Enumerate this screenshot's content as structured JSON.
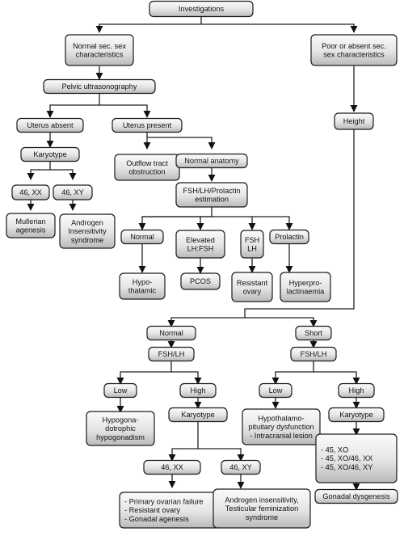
{
  "nodes": [
    {
      "id": "investigations",
      "lines": [
        "Investigations"
      ]
    },
    {
      "id": "normal-sec-sex",
      "lines": [
        "Normal sec. sex",
        "characteristics"
      ]
    },
    {
      "id": "poor-sec-sex",
      "lines": [
        "Poor or absent sec.",
        "sex characteristics"
      ]
    },
    {
      "id": "pelvic-usg",
      "lines": [
        "Pelvic  ultrasonography"
      ]
    },
    {
      "id": "uterus-absent",
      "lines": [
        "Uterus absent"
      ]
    },
    {
      "id": "uterus-present",
      "lines": [
        "Uterus present"
      ]
    },
    {
      "id": "height",
      "lines": [
        "Height"
      ]
    },
    {
      "id": "karyotype-1",
      "lines": [
        "Karyotype"
      ]
    },
    {
      "id": "outflow-obstruction",
      "lines": [
        "Outflow tract",
        "obstruction"
      ]
    },
    {
      "id": "normal-anatomy",
      "lines": [
        "Normal anatomy"
      ]
    },
    {
      "id": "46xx-1",
      "lines": [
        "46, XX"
      ]
    },
    {
      "id": "46xy-1",
      "lines": [
        "46, XY"
      ]
    },
    {
      "id": "fsh-lh-prolactin",
      "lines": [
        "FSH/LH/Prolactin",
        "estimation"
      ]
    },
    {
      "id": "mullerian-agenesis",
      "lines": [
        "Mullerian",
        "agenesis"
      ]
    },
    {
      "id": "androgen-insensitivity-syndrome",
      "lines": [
        "Androgen",
        "Insensitivity",
        "syndrome"
      ]
    },
    {
      "id": "result-normal",
      "lines": [
        "Normal"
      ]
    },
    {
      "id": "elevated-lh-fsh",
      "lines": [
        "Elevated",
        "LH:FSH"
      ]
    },
    {
      "id": "fsh-lh-up",
      "lines": [
        "FSH",
        "LH"
      ]
    },
    {
      "id": "prolactin",
      "lines": [
        "Prolactin"
      ]
    },
    {
      "id": "hypothalamic",
      "lines": [
        "Hypo-",
        "thalamic"
      ]
    },
    {
      "id": "pcos",
      "lines": [
        "PCOS"
      ]
    },
    {
      "id": "resistant-ovary-1",
      "lines": [
        "Resistant",
        "ovary"
      ]
    },
    {
      "id": "hyperprolactinaemia",
      "lines": [
        "Hyperpro-",
        "lactinaemia"
      ]
    },
    {
      "id": "height-normal",
      "lines": [
        "Normal"
      ]
    },
    {
      "id": "height-short",
      "lines": [
        "Short"
      ]
    },
    {
      "id": "fsh-lh-2",
      "lines": [
        "FSH/LH"
      ]
    },
    {
      "id": "fsh-lh-3",
      "lines": [
        "FSH/LH"
      ]
    },
    {
      "id": "low-1",
      "lines": [
        "Low"
      ]
    },
    {
      "id": "high-1",
      "lines": [
        "High"
      ]
    },
    {
      "id": "low-2",
      "lines": [
        "Low"
      ]
    },
    {
      "id": "high-2",
      "lines": [
        "High"
      ]
    },
    {
      "id": "hypogonadotrophic",
      "lines": [
        "Hypogona-",
        "dotrophic",
        "hypogonadism"
      ]
    },
    {
      "id": "karyotype-2",
      "lines": [
        "Karyotype"
      ]
    },
    {
      "id": "hypothalamo-pituitary",
      "lines": [
        "Hypothalamo-",
        "pituitary dysfunction",
        "- Intracranial lesion"
      ]
    },
    {
      "id": "karyotype-3",
      "lines": [
        "Karyotype"
      ]
    },
    {
      "id": "turner-karyotypes",
      "lines": [
        "- 45, XO",
        "- 45, XO/46, XX",
        "- 45, XO/46, XY"
      ]
    },
    {
      "id": "46xx-2",
      "lines": [
        "46, XX"
      ]
    },
    {
      "id": "46xy-2",
      "lines": [
        "46, XY"
      ]
    },
    {
      "id": "gonadal-dysgenesis",
      "lines": [
        "Gonadal  dysgenesis"
      ]
    },
    {
      "id": "primary-ovarian-failure",
      "lines": [
        "- Primary ovarian failure",
        "- Resistant ovary",
        "- Gonadal agenesis"
      ]
    },
    {
      "id": "androgen-insensitivity-tfs",
      "lines": [
        "Androgen insensitivity,",
        "Testicular feminization",
        "syndrome"
      ]
    }
  ]
}
